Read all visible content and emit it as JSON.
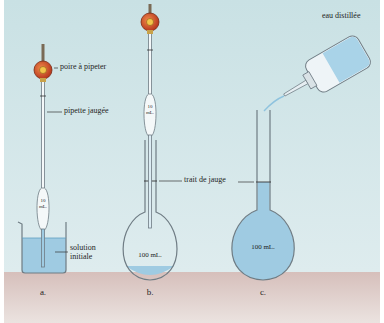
{
  "diagram": {
    "labels": [
      "poire à pipeter",
      "pipette jaugée",
      "10 mL.",
      "solution initiale",
      "a.",
      "10 mL.",
      "100 mL.",
      "b.",
      "trait de jauge",
      "100 mL.",
      "eau distillée",
      "c."
    ]
  }
}
